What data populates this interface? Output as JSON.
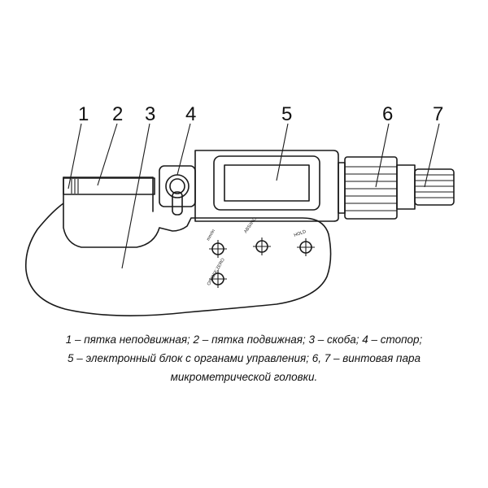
{
  "callouts": [
    "1",
    "2",
    "3",
    "4",
    "5",
    "6",
    "7"
  ],
  "buttons": {
    "mm_in": "mm/in",
    "abs_inc": "ABS/INC",
    "hold": "HOLD",
    "on_off_zero": "ON/OFF ZERO"
  },
  "caption": {
    "line1": "1 – пятка неподвижная; 2 – пятка подвижная; 3 – скоба; 4 – стопор;",
    "line2": "5 – электронный блок с органами управления; 6, 7 – винтовая пара",
    "line3": "микрометрической головки."
  }
}
